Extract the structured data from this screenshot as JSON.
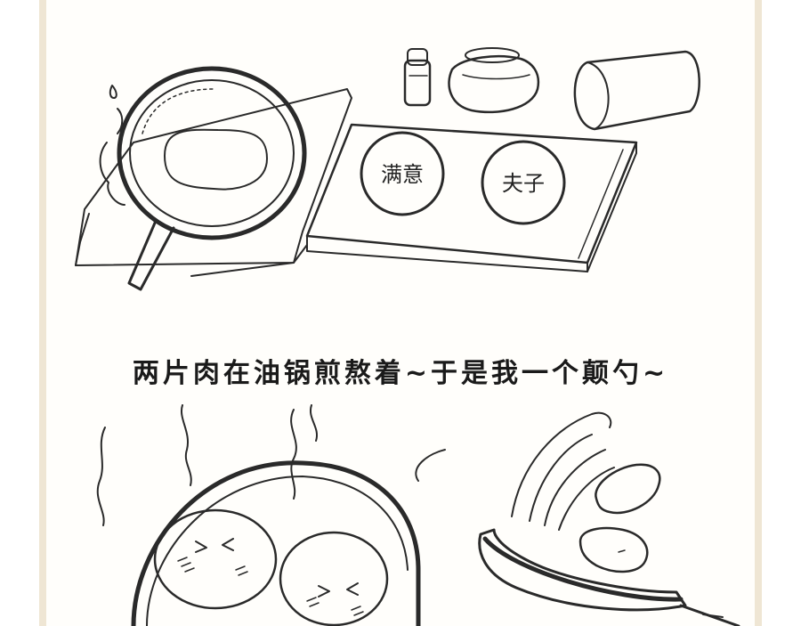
{
  "caption": "两片肉在油锅煎熬着~于是我一个颠勺~",
  "plate_labels": {
    "left": "满意",
    "right": "夫子"
  },
  "colors": {
    "border": "#efe6d4",
    "ink": "#2a2a2a",
    "paper": "#fffefb"
  }
}
